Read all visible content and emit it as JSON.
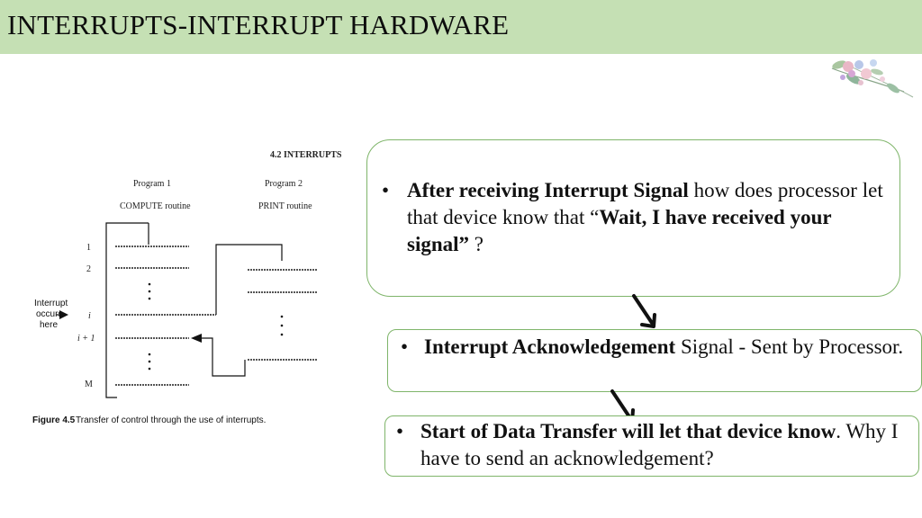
{
  "slide": {
    "title": "INTERRUPTS-INTERRUPT HARDWARE"
  },
  "figure": {
    "header": "4.2  INTERRUPTS",
    "program1_label": "Program 1",
    "program1_routine": "COMPUTE routine",
    "program2_label": "Program 2",
    "program2_routine": "PRINT routine",
    "row_labels": [
      "1",
      "2",
      "i",
      "i + 1",
      "M"
    ],
    "interrupt_note": [
      "Interrupt",
      "occurs",
      "here"
    ],
    "caption_label": "Figure 4.5",
    "caption_text": "Transfer of control through the use of interrupts."
  },
  "boxes": {
    "box1": {
      "bullet": "•",
      "bold1": "After receiving Interrupt Signal",
      "text1": " how does processor let that device know that “",
      "bold2": "Wait, I have received your signal”",
      "text2": " ?"
    },
    "box2": {
      "bullet": "•",
      "bold": "Interrupt Acknowledgement",
      "text": " Signal - Sent by Processor."
    },
    "box3": {
      "bullet": "•",
      "bold": "Start of Data Transfer will let that device know",
      "text": ". Why I have to send an acknowledgement?"
    }
  },
  "colors": {
    "title_bar": "#c5e0b4",
    "box_border": "#7fb56a"
  },
  "icons": {
    "decoration": "flower-bouquet-icon",
    "arrow": "arrow-down-right-icon"
  }
}
